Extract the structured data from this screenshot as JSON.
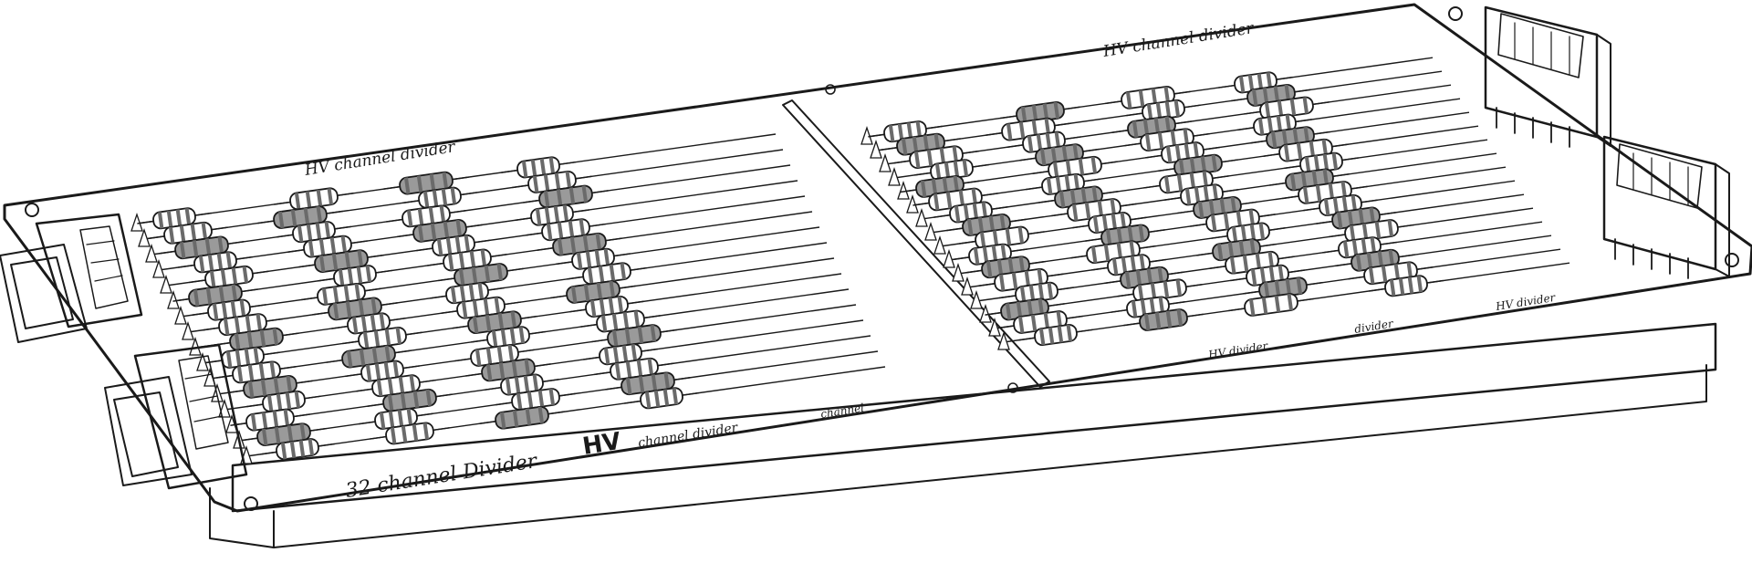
{
  "diagram": {
    "labels": {
      "main_title": "32 channel Divider",
      "hv_bottom": "HV",
      "hv_bottom_sub": "channel divider",
      "hv_left_top": "HV channel divider",
      "hv_right_top": "HV channel divider",
      "small_a": "channel",
      "small_b": "HV divider",
      "small_c": "divider",
      "small_d": "HV divider"
    },
    "connectors": {
      "left_count": 2,
      "right_count": 2
    },
    "resistors": {
      "left_section_rows": 16,
      "right_section_rows": 16
    },
    "colors": {
      "ink": "#1a1a1a",
      "board": "#ffffff",
      "board_side": "#f2f2f2",
      "resistor_band": "#6a6a6a"
    }
  }
}
